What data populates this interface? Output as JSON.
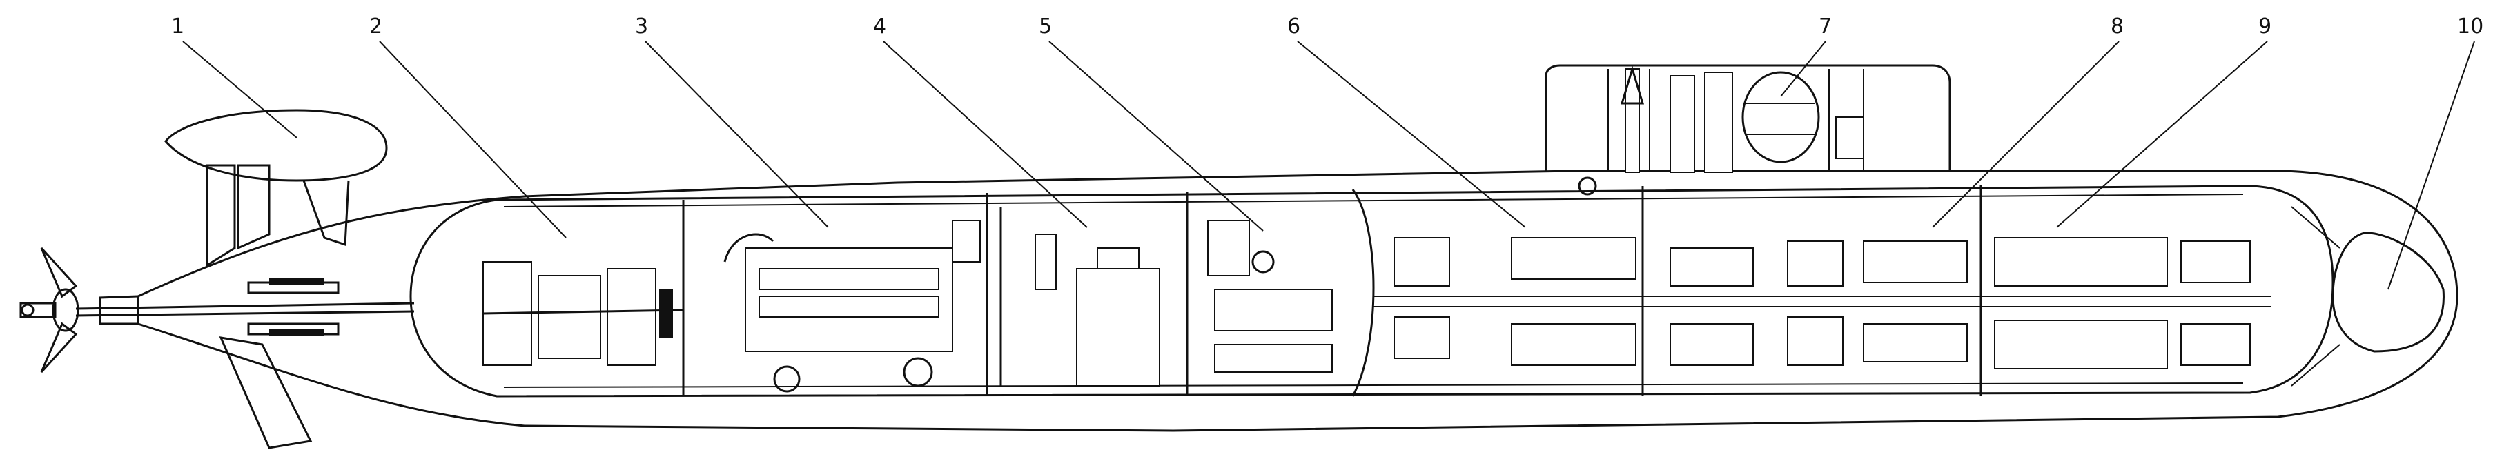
{
  "diagram": {
    "callouts": [
      {
        "label": "1"
      },
      {
        "label": "2"
      },
      {
        "label": "3"
      },
      {
        "label": "4"
      },
      {
        "label": "5"
      },
      {
        "label": "6"
      },
      {
        "label": "7"
      },
      {
        "label": "8"
      },
      {
        "label": "9"
      },
      {
        "label": "10"
      }
    ]
  }
}
